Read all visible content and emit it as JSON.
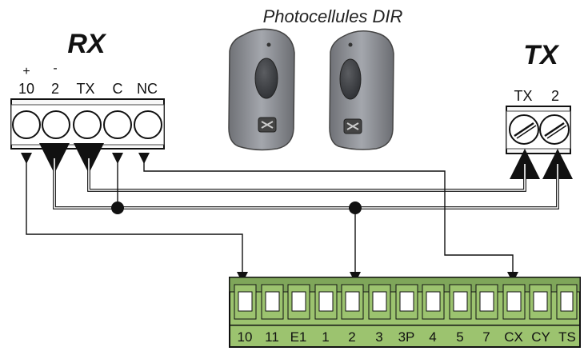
{
  "title": "Photocellules DIR",
  "receiver": {
    "label": "RX",
    "polarity": [
      "+",
      "-"
    ],
    "terminals": [
      "10",
      "2",
      "TX",
      "C",
      "NC"
    ]
  },
  "transmitter": {
    "label": "TX",
    "terminals": [
      "TX",
      "2"
    ]
  },
  "control_board": {
    "terminals": [
      "10",
      "11",
      "E1",
      "1",
      "2",
      "3",
      "3P",
      "4",
      "5",
      "7",
      "CX",
      "CY",
      "TS"
    ]
  },
  "colors": {
    "board_green": "#9cc36f",
    "board_stripe": "#7fa65a",
    "device_grey": "#8f9196",
    "wire": "#111111",
    "terminal_block": "#f7f7f7"
  }
}
